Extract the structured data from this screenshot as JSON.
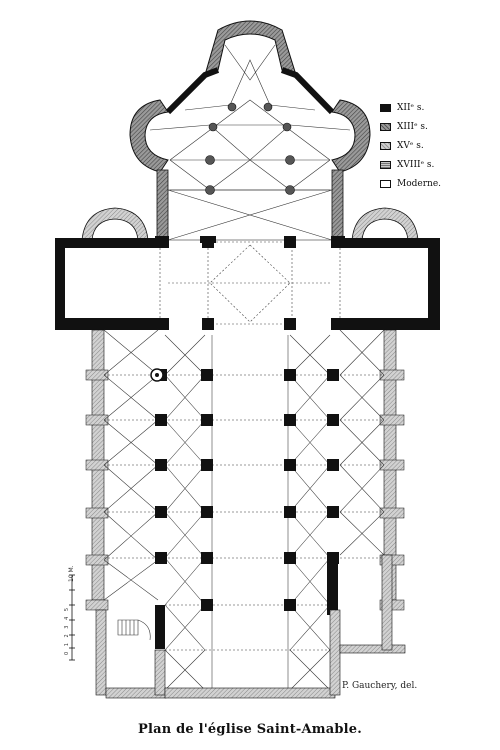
{
  "legend": {
    "items": [
      {
        "label": "XIIᵉ s.",
        "swatch": "xii"
      },
      {
        "label": "XIIIᵉ s.",
        "swatch": "xiii"
      },
      {
        "label": "XVᵉ s.",
        "swatch": "xv"
      },
      {
        "label": "XVIIIᵉ s.",
        "swatch": "xviii"
      },
      {
        "label": "Moderne.",
        "swatch": "mod"
      }
    ]
  },
  "scale": {
    "units": "10 M.",
    "numbers": "0 1 2 3 4 5"
  },
  "credit": "P. Gauchery, del.",
  "caption": "Plan de l'église Saint-Amable.",
  "colors": {
    "ink": "#111111",
    "hatch_dark": "#6f6f6f",
    "hatch_light": "#b5b5b5",
    "paper": "#ffffff"
  }
}
